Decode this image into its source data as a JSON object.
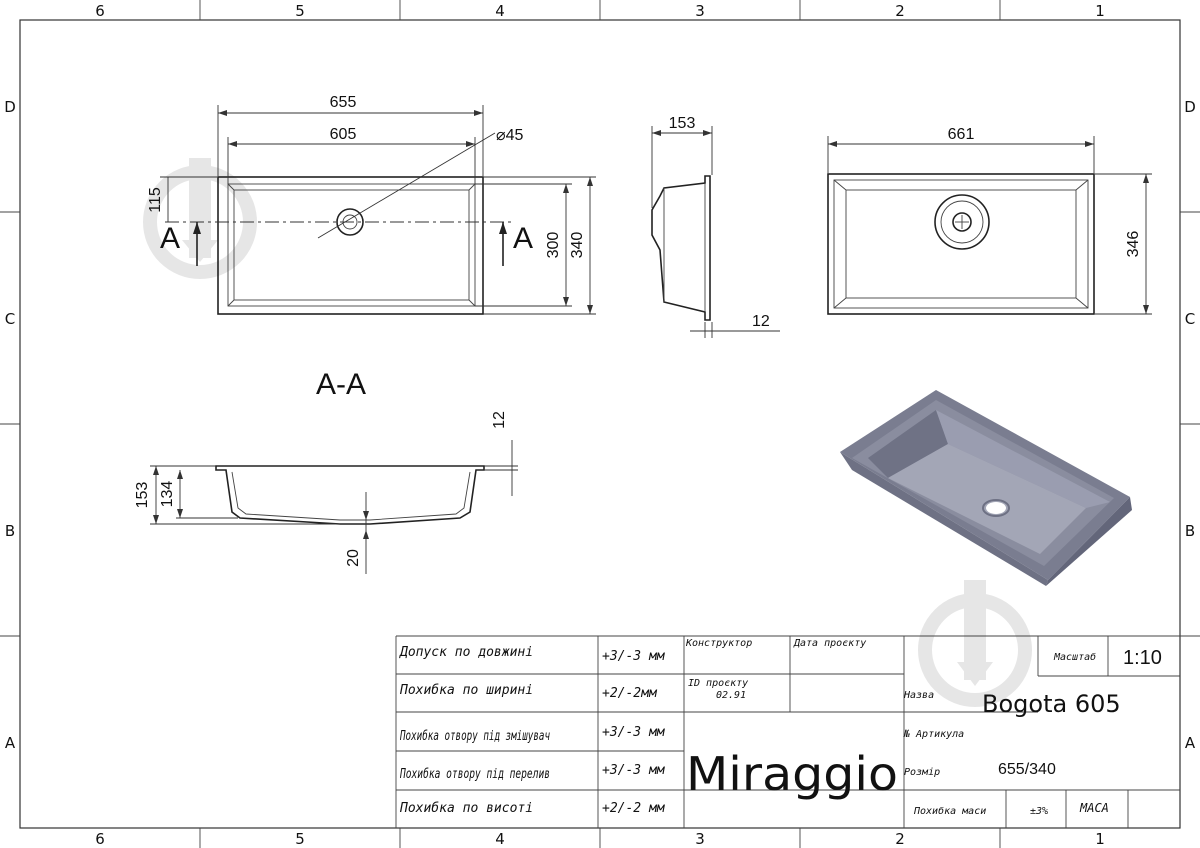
{
  "zones": {
    "columns": [
      "6",
      "5",
      "4",
      "3",
      "2",
      "1"
    ],
    "rows": [
      "D",
      "C",
      "B",
      "A"
    ]
  },
  "top_view": {
    "overall_length": "655",
    "inner_length": "605",
    "drain_diameter": "⌀45",
    "drain_offset": "115",
    "inner_width": "300",
    "overall_width": "340",
    "section_mark": "A"
  },
  "side_view": {
    "depth": "153",
    "rim": "12"
  },
  "bottom_view": {
    "overall_length": "661",
    "overall_width": "346"
  },
  "section_view": {
    "title": "A-A",
    "rim": "12",
    "overall_depth": "153",
    "inner_depth": "134",
    "drain_depth": "20"
  },
  "title_block": {
    "tolerances": [
      {
        "label": "Допуск по довжині",
        "value": "+3/-3 мм"
      },
      {
        "label": "Похибка по ширині",
        "value": "+2/-2мм"
      },
      {
        "label": "Похибка отвору під змішувач",
        "value": "+3/-3 мм"
      },
      {
        "label": "Похибка отвору під перелив",
        "value": "+3/-3 мм"
      },
      {
        "label": "Похибка по висоті",
        "value": "+2/-2 мм"
      }
    ],
    "designer_label": "Конструктор",
    "project_date_label": "Дата проєкту",
    "project_id_label": "ID проєкту",
    "project_id": "02.91",
    "brand": "Miraggio",
    "scale_label": "Масштаб",
    "scale": "1:10",
    "name_label": "Назва",
    "name": "Bogota 605",
    "article_label": "№ Артикула",
    "size_label": "Розмір",
    "size": "655/340",
    "mass_tolerance_label": "Похибка маси",
    "mass_tolerance": "±3%",
    "mass_label": "МАСА"
  },
  "colors": {
    "render_body": "#8a8d9f",
    "render_inner": "#a3a6b6",
    "render_dark": "#6e7184",
    "watermark": "#e6e6e6"
  }
}
